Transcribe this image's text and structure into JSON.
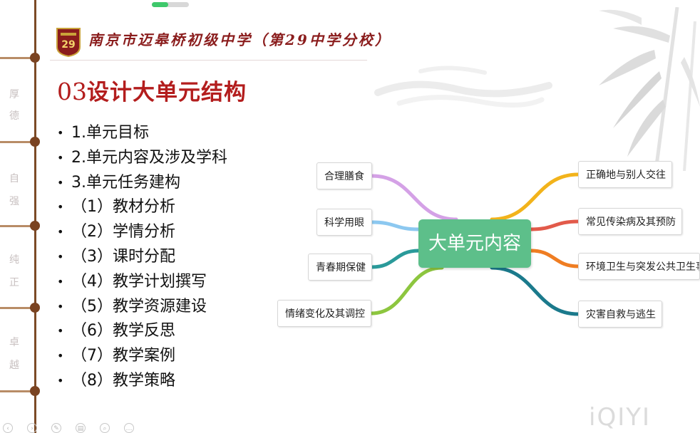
{
  "header": {
    "school_name": "南京市迈皋桥初级中学（第29中学分校）",
    "logo_text": "29"
  },
  "section": {
    "number": "03",
    "title": "设计大单元结构"
  },
  "rail": {
    "chars": [
      "厚",
      "德",
      "自",
      "强",
      "纯",
      "正",
      "卓",
      "越"
    ]
  },
  "outline": {
    "bullet": "•",
    "items": [
      "1.单元目标",
      "2.单元内容及涉及学科",
      "3.单元任务建构",
      "（1）教材分析",
      "（2）学情分析",
      "（3）课时分配",
      "（4）教学计划撰写",
      "（5）教学资源建设",
      "（6）教学反思",
      "（7）教学案例",
      "（8）教学策略"
    ]
  },
  "mindmap": {
    "center": "大单元内容",
    "left": [
      "合理膳食",
      "科学用眼",
      "青春期保健",
      "情绪变化及其调控"
    ],
    "right": [
      "正确地与别人交往",
      "常见传染病及其预防",
      "环境卫生与突发公共卫生事件",
      "灾害自救与逃生"
    ],
    "colors": {
      "left": [
        "#d4a1e6",
        "#8cc8f0",
        "#2a9a9a",
        "#8dc63f"
      ],
      "right": [
        "#f2b31b",
        "#e25a4a",
        "#ef7d22",
        "#1b7a8c"
      ],
      "center": "#5dbf8a"
    }
  },
  "progress": {
    "fraction": 0.45,
    "color": "#3ec86b"
  },
  "watermark": "iQIYI",
  "toolbar": {
    "icons": [
      "back-icon",
      "forward-icon",
      "pen-icon",
      "slides-icon",
      "zoom-icon",
      "more-icon"
    ]
  }
}
